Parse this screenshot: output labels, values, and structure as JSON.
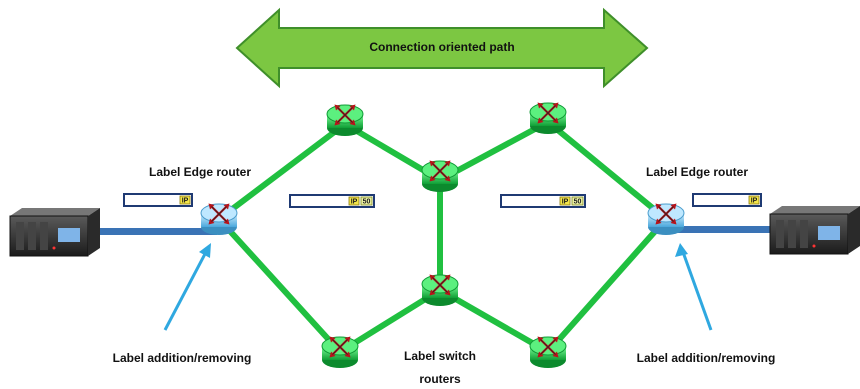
{
  "banner": {
    "text": "Connection oriented path"
  },
  "labels": {
    "edge_left": "Label Edge router",
    "edge_right": "Label Edge router",
    "add_remove_left": "Label addition/removing",
    "add_remove_right": "Label addition/removing",
    "switch_line1": "Label switch",
    "switch_line2": "routers"
  },
  "packets": {
    "left": {
      "ip": "IP"
    },
    "mid_left": {
      "ip": "IP",
      "label": "50"
    },
    "mid_right": {
      "ip": "IP",
      "label": "50"
    },
    "right": {
      "ip": "IP"
    }
  },
  "colors": {
    "link": "#20c040",
    "arrow_fill": "#7cc742",
    "arrow_stroke": "#3f8f2a",
    "edge_router": "#6fc3ee",
    "core_router": "#19c847",
    "access_link": "#3a73b5",
    "pointer": "#2fa8e0"
  },
  "icons": {
    "router": "router-icon",
    "server": "rack-server-icon"
  }
}
